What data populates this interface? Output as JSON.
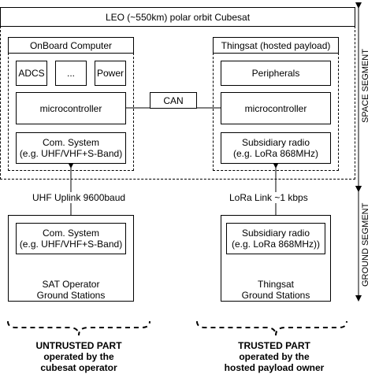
{
  "orbit_title": "LEO (~550km) polar orbit Cubesat",
  "segments": {
    "space": "SPACE SEGMENT",
    "ground": "GROUND SEGMENT"
  },
  "obc": {
    "title": "OnBoard Computer",
    "adcs": "ADCS",
    "more": "...",
    "power": "Power",
    "microcontroller": "microcontroller",
    "com_line1": "Com. System",
    "com_line2": "(e.g. UHF/VHF+S-Band)"
  },
  "bus": "CAN",
  "thingsat": {
    "title": "Thingsat (hosted payload)",
    "peripherals": "Peripherals",
    "microcontroller": "microcontroller",
    "radio_line1": "Subsidiary radio",
    "radio_line2": "(e.g. LoRa 868MHz)"
  },
  "links": {
    "uhf": "UHF Uplink 9600baud",
    "lora": "LoRa Link ~1 kbps"
  },
  "ground_left": {
    "com_line1": "Com. System",
    "com_line2": "(e.g. UHF/VHF+S-Band)",
    "station_line1": "SAT Operator",
    "station_line2": "Ground Stations"
  },
  "ground_right": {
    "radio_line1": "Subsidiary radio",
    "radio_line2": "(e.g. LoRa 868MHz))",
    "station_line1": "Thingsat",
    "station_line2": "Ground Stations"
  },
  "parts": {
    "untrusted_line1": "UNTRUSTED PART",
    "untrusted_line2": "operated by the",
    "untrusted_line3": "cubesat operator",
    "trusted_line1": "TRUSTED PART",
    "trusted_line2": "operated by the",
    "trusted_line3": "hosted payload owner"
  }
}
